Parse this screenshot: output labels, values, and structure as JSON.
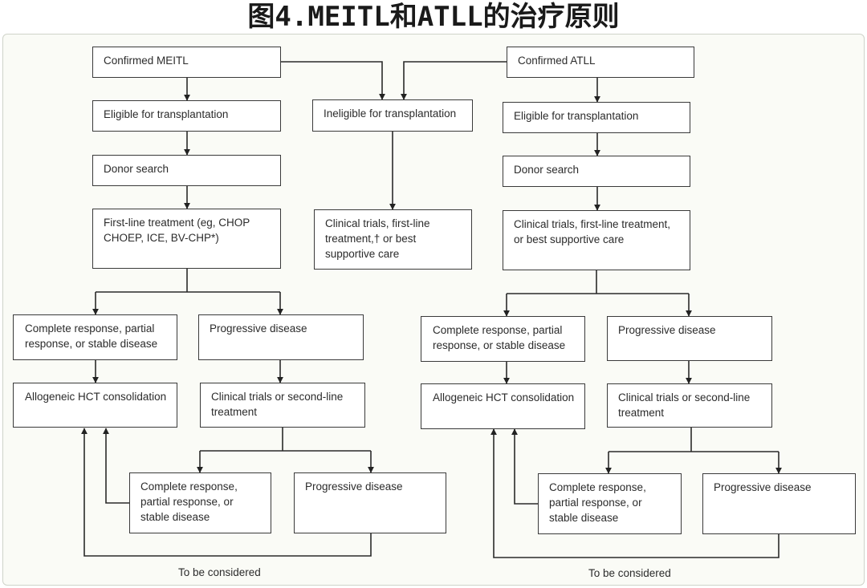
{
  "title": "图4.MEITL和ATLL的治疗原则",
  "meitl": {
    "confirmed": "Confirmed MEITL",
    "eligible": "Eligible for transplantation",
    "donor_search": "Donor search",
    "first_line": "First-line treatment (eg, CHOP CHOEP, ICE, BV-CHP*)",
    "response": "Complete response, partial response, or stable disease",
    "progressive": "Progressive disease",
    "hct": "Allogeneic HCT consolidation",
    "second_line": "Clinical trials or second-line treatment",
    "response_2": "Complete response, partial response, or stable disease",
    "progressive_2": "Progressive disease",
    "to_be_considered": "To be considered"
  },
  "ineligible": {
    "label": "Ineligible for transplantation",
    "treatment": "Clinical trials, first-line treatment,† or best supportive care"
  },
  "atll": {
    "confirmed": "Confirmed ATLL",
    "eligible": "Eligible for transplantation",
    "donor_search": "Donor search",
    "first_line": "Clinical trials, first-line treatment, or best supportive care",
    "response": "Complete response, partial response, or stable disease",
    "progressive": "Progressive disease",
    "hct": "Allogeneic HCT consolidation",
    "second_line": "Clinical trials or second-line treatment",
    "response_2": "Complete response, partial response, or stable disease",
    "progressive_2": "Progressive disease",
    "to_be_considered": "To be considered"
  }
}
